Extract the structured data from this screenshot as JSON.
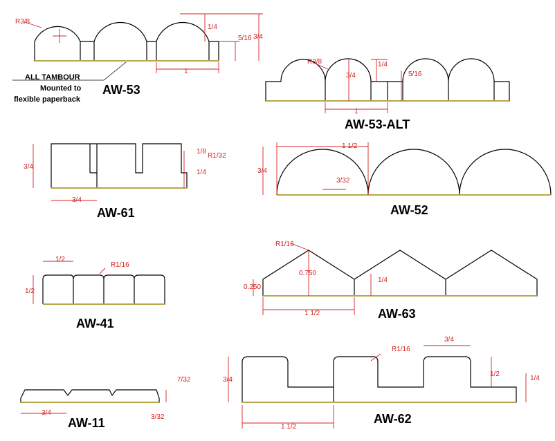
{
  "colors": {
    "profile": "#000000",
    "dimension": "#d62020",
    "paperback": "#b8a64a",
    "background": "#ffffff"
  },
  "profiles": {
    "aw53": {
      "label": "AW-53",
      "dims": {
        "radius": "R3/8",
        "quarter": "1/4",
        "five16": "5/16",
        "three4": "3/4",
        "one": "1"
      }
    },
    "aw53alt": {
      "label": "AW-53-ALT",
      "dims": {
        "radius": "R3/8",
        "three4": "3/4",
        "quarter": "1/4",
        "five16": "5/16",
        "one": "1"
      }
    },
    "aw61": {
      "label": "AW-61",
      "dims": {
        "three4_v": "3/4",
        "one8": "1/8",
        "radius": "R1/32",
        "quarter": "1/4",
        "three4_h": "3/4"
      }
    },
    "aw52": {
      "label": "AW-52",
      "dims": {
        "one_half": "1 1/2",
        "three4": "3/4",
        "three32": "3/32"
      }
    },
    "aw41": {
      "label": "AW-41",
      "dims": {
        "half_h": "1/2",
        "radius": "R1/16",
        "half_v": "1/2"
      }
    },
    "aw63": {
      "label": "AW-63",
      "dims": {
        "radius": "R1/16",
        "d0750": "0.750",
        "d0250": "0.250",
        "quarter": "1/4",
        "one_half": "1 1/2"
      }
    },
    "aw11": {
      "label": "AW-11",
      "dims": {
        "seven32": "7/32",
        "three4": "3/4",
        "three32": "3/32"
      }
    },
    "aw62": {
      "label": "AW-62",
      "dims": {
        "three4_v": "3/4",
        "radius": "R1/16",
        "three4_h": "3/4",
        "half": "1/2",
        "quarter": "1/4",
        "one_half": "1 1/2"
      }
    }
  },
  "notes": {
    "line1": "ALL TAMBOUR",
    "line2": "Mounted to",
    "line3": "flexible paperback"
  }
}
